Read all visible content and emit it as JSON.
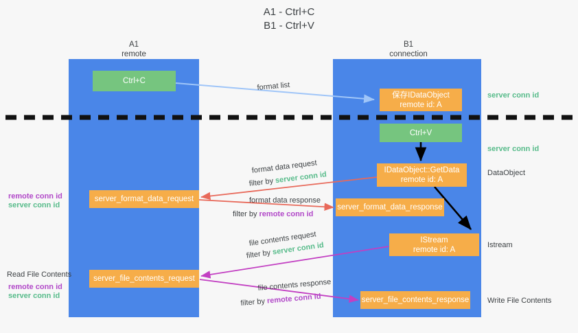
{
  "title": {
    "line1": "A1 - Ctrl+C",
    "line2": "B1 - Ctrl+V"
  },
  "colors": {
    "lane": "#4a86e8",
    "orange": "#f6ad49",
    "green": "#76c57f",
    "server_conn_id": "#57bb8a",
    "remote_conn_id": "#b148c8",
    "arrow_blue": "#9fc5f8",
    "arrow_red": "#e8695a",
    "arrow_magenta": "#c23fc2",
    "arrow_black": "#000000",
    "background": "#f7f7f7"
  },
  "columns": [
    {
      "id": "a1",
      "title": "A1",
      "subtitle": "remote"
    },
    {
      "id": "b1",
      "title": "B1",
      "subtitle": "connection"
    }
  ],
  "nodes": [
    {
      "id": "ctrl-c",
      "label": "Ctrl+C",
      "sub": "",
      "style": "green"
    },
    {
      "id": "save-idataobject",
      "label": "保存IDataObject",
      "sub": "remote id: A",
      "style": "orange"
    },
    {
      "id": "ctrl-v",
      "label": "Ctrl+V",
      "sub": "",
      "style": "green"
    },
    {
      "id": "idataobject-getdata",
      "label": "IDataObject::GetData",
      "sub": "remote id: A",
      "style": "orange"
    },
    {
      "id": "server-format-data-request",
      "label": "server_format_data_request",
      "sub": "",
      "style": "orange"
    },
    {
      "id": "server-format-data-response",
      "label": "server_format_data_response",
      "sub": "",
      "style": "orange"
    },
    {
      "id": "istream",
      "label": "IStream",
      "sub": "remote id: A",
      "style": "orange"
    },
    {
      "id": "server-file-contents-request",
      "label": "server_file_contents_request",
      "sub": "",
      "style": "orange"
    },
    {
      "id": "server-file-contents-response",
      "label": "server_file_contents_response",
      "sub": "",
      "style": "orange"
    }
  ],
  "edge_labels": [
    {
      "id": "format-list",
      "text": "format list"
    },
    {
      "id": "format-data-request",
      "text": "format data request"
    },
    {
      "id": "format-data-request-filter",
      "prefix": "filter by ",
      "value": "server conn id",
      "value_color": "server"
    },
    {
      "id": "format-data-response",
      "text": "format data response"
    },
    {
      "id": "format-data-response-filter",
      "prefix": "filter by ",
      "value": "remote conn id",
      "value_color": "remote"
    },
    {
      "id": "file-contents-request",
      "text": "file contents request"
    },
    {
      "id": "file-contents-request-filter",
      "prefix": "filter by ",
      "value": "server conn id",
      "value_color": "server"
    },
    {
      "id": "file-contents-response",
      "text": "file contents response"
    },
    {
      "id": "file-contents-response-filter",
      "prefix": "filter by ",
      "value": "remote conn id",
      "value_color": "remote"
    }
  ],
  "side_labels": {
    "left": [
      {
        "id": "left-remote-conn-id-1",
        "text": "remote conn id",
        "color": "remote"
      },
      {
        "id": "left-server-conn-id-1",
        "text": "server conn id",
        "color": "server"
      },
      {
        "id": "read-file-contents",
        "text": "Read File Contents",
        "color": "plain"
      },
      {
        "id": "left-remote-conn-id-2",
        "text": "remote conn id",
        "color": "remote"
      },
      {
        "id": "left-server-conn-id-2",
        "text": "server conn id",
        "color": "server"
      }
    ],
    "right": [
      {
        "id": "right-server-conn-id-1",
        "text": "server conn id",
        "color": "server"
      },
      {
        "id": "right-server-conn-id-2",
        "text": "server conn id",
        "color": "server"
      },
      {
        "id": "dataobject",
        "text": "DataObject",
        "color": "plain"
      },
      {
        "id": "istream-label",
        "text": "Istream",
        "color": "plain"
      },
      {
        "id": "write-file-contents",
        "text": "Write File Contents",
        "color": "plain"
      }
    ]
  }
}
